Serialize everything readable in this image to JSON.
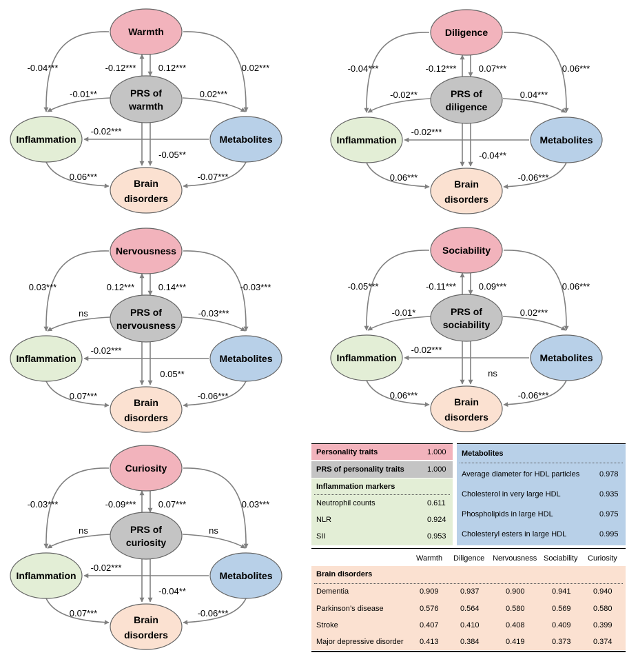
{
  "diagrams": [
    {
      "trait": "Warmth",
      "prs": [
        "PRS of",
        "warmth"
      ],
      "inflammation": "Inflammation",
      "metabolites": "Metabolites",
      "brain": [
        "Brain",
        "disorders"
      ],
      "edges": {
        "trait_to_infl": "-0.04***",
        "prs_to_trait": "-0.12***",
        "trait_to_prs": "0.12***",
        "trait_to_met": "0.02***",
        "prs_to_infl": "-0.01**",
        "prs_to_met": "0.02***",
        "met_to_infl": "-0.02***",
        "prs_to_brain": "-0.05**",
        "infl_to_brain": "0.06***",
        "met_to_brain": "-0.07***"
      }
    },
    {
      "trait": "Diligence",
      "prs": [
        "PRS of",
        "diligence"
      ],
      "inflammation": "Inflammation",
      "metabolites": "Metabolites",
      "brain": [
        "Brain",
        "disorders"
      ],
      "edges": {
        "trait_to_infl": "-0.04***",
        "prs_to_trait": "-0.12***",
        "trait_to_prs": "0.07***",
        "trait_to_met": "0.06***",
        "prs_to_infl": "-0.02**",
        "prs_to_met": "0.04***",
        "met_to_infl": "-0.02***",
        "prs_to_brain": "-0.04**",
        "infl_to_brain": "0.06***",
        "met_to_brain": "-0.06***"
      }
    },
    {
      "trait": "Nervousness",
      "prs": [
        "PRS of",
        "nervousness"
      ],
      "inflammation": "Inflammation",
      "metabolites": "Metabolites",
      "brain": [
        "Brain",
        "disorders"
      ],
      "edges": {
        "trait_to_infl": "0.03***",
        "prs_to_trait": "0.12***",
        "trait_to_prs": "0.14***",
        "trait_to_met": "-0.03***",
        "prs_to_infl": "ns",
        "prs_to_met": "-0.03***",
        "met_to_infl": "-0.02***",
        "prs_to_brain": "0.05**",
        "infl_to_brain": "0.07***",
        "met_to_brain": "-0.06***"
      }
    },
    {
      "trait": "Sociability",
      "prs": [
        "PRS of",
        "sociability"
      ],
      "inflammation": "Inflammation",
      "metabolites": "Metabolites",
      "brain": [
        "Brain",
        "disorders"
      ],
      "edges": {
        "trait_to_infl": "-0.05***",
        "prs_to_trait": "-0.11***",
        "trait_to_prs": "0.09***",
        "trait_to_met": "0.06***",
        "prs_to_infl": "-0.01*",
        "prs_to_met": "0.02***",
        "met_to_infl": "-0.02***",
        "prs_to_brain": "ns",
        "infl_to_brain": "0.06***",
        "met_to_brain": "-0.06***"
      }
    },
    {
      "trait": "Curiosity",
      "prs": [
        "PRS of",
        "curiosity"
      ],
      "inflammation": "Inflammation",
      "metabolites": "Metabolites",
      "brain": [
        "Brain",
        "disorders"
      ],
      "edges": {
        "trait_to_infl": "-0.03***",
        "prs_to_trait": "-0.09***",
        "trait_to_prs": "0.07***",
        "trait_to_met": "0.03***",
        "prs_to_infl": "ns",
        "prs_to_met": "ns",
        "met_to_infl": "-0.02***",
        "prs_to_brain": "-0.04**",
        "infl_to_brain": "0.07***",
        "met_to_brain": "-0.06***"
      }
    }
  ],
  "colors": {
    "trait": "#f2b3bc",
    "prs": "#c4c4c4",
    "inflammation": "#e3eed6",
    "metabolites": "#b8d0e8",
    "brain": "#fbe1d1",
    "arrow": "#808080",
    "stroke": "#666666"
  },
  "legend": {
    "personality": {
      "label": "Personality traits",
      "value": "1.000"
    },
    "prs": {
      "label": "PRS of personality traits",
      "value": "1.000"
    },
    "inflammation": {
      "title": "Inflammation markers",
      "rows": [
        {
          "label": "Neutrophil counts",
          "value": "0.611"
        },
        {
          "label": "NLR",
          "value": "0.924"
        },
        {
          "label": "SII",
          "value": "0.953"
        }
      ]
    },
    "metabolites": {
      "title": "Metabolites",
      "rows": [
        {
          "label": "Average diameter for HDL particles",
          "value": "0.978"
        },
        {
          "label": "Cholesterol in very large HDL",
          "value": "0.935"
        },
        {
          "label": "Phospholipids in large HDL",
          "value": "0.975"
        },
        {
          "label": "Cholesteryl esters in large HDL",
          "value": "0.995"
        }
      ]
    },
    "brain": {
      "columns": [
        "Warmth",
        "Diligence",
        "Nervousness",
        "Sociability",
        "Curiosity"
      ],
      "title": "Brain disorders",
      "rows": [
        {
          "label": "Dementia",
          "values": [
            "0.909",
            "0.937",
            "0.900",
            "0.941",
            "0.940"
          ]
        },
        {
          "label": "Parkinson’s disease",
          "values": [
            "0.576",
            "0.564",
            "0.580",
            "0.569",
            "0.580"
          ]
        },
        {
          "label": "Stroke",
          "values": [
            "0.407",
            "0.410",
            "0.408",
            "0.409",
            "0.399"
          ]
        },
        {
          "label": "Major depressive disorder",
          "values": [
            "0.413",
            "0.384",
            "0.419",
            "0.373",
            "0.374"
          ]
        }
      ]
    }
  }
}
